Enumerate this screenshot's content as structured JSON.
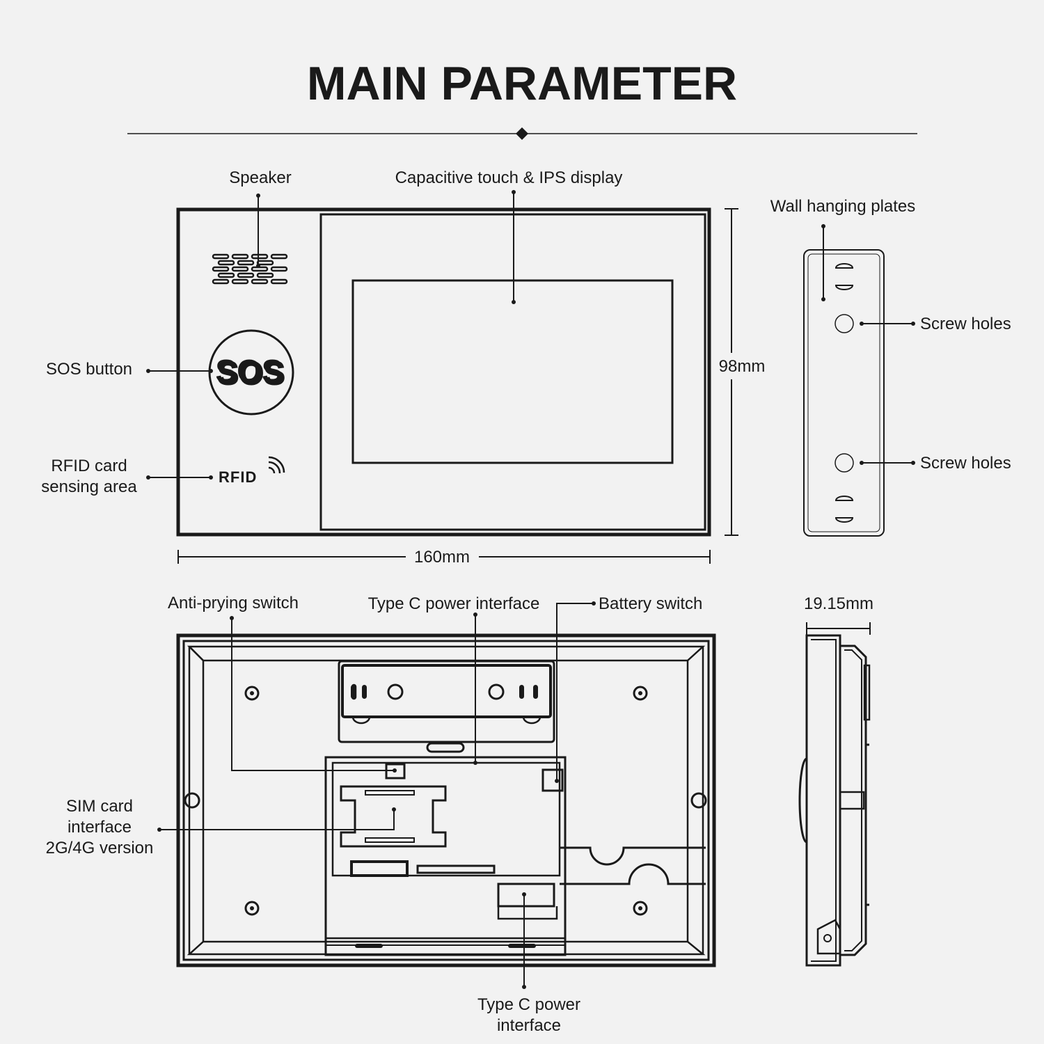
{
  "title": "MAIN PARAMETER",
  "front": {
    "speaker": "Speaker",
    "display": "Capacitive touch & IPS display",
    "sos_button": "SOS button",
    "sos_text": "SOS",
    "rfid_line1": "RFID card",
    "rfid_line2": "sensing area",
    "rfid_logo": "RFID",
    "height": "98mm",
    "width": "160mm"
  },
  "side": {
    "wall_plates": "Wall hanging plates",
    "screw_holes_top": "Screw holes",
    "screw_holes_bottom": "Screw holes",
    "depth": "19.15mm"
  },
  "back": {
    "anti_prying": "Anti-prying switch",
    "typec_top": "Type C power interface",
    "battery_switch": "Battery switch",
    "sim_line1": "SIM card",
    "sim_line2": "interface",
    "sim_line3": "2G/4G version",
    "typec_bottom_line1": "Type C power",
    "typec_bottom_line2": "interface"
  },
  "colors": {
    "ink": "#1a1a1a",
    "background": "#f2f2f2"
  }
}
